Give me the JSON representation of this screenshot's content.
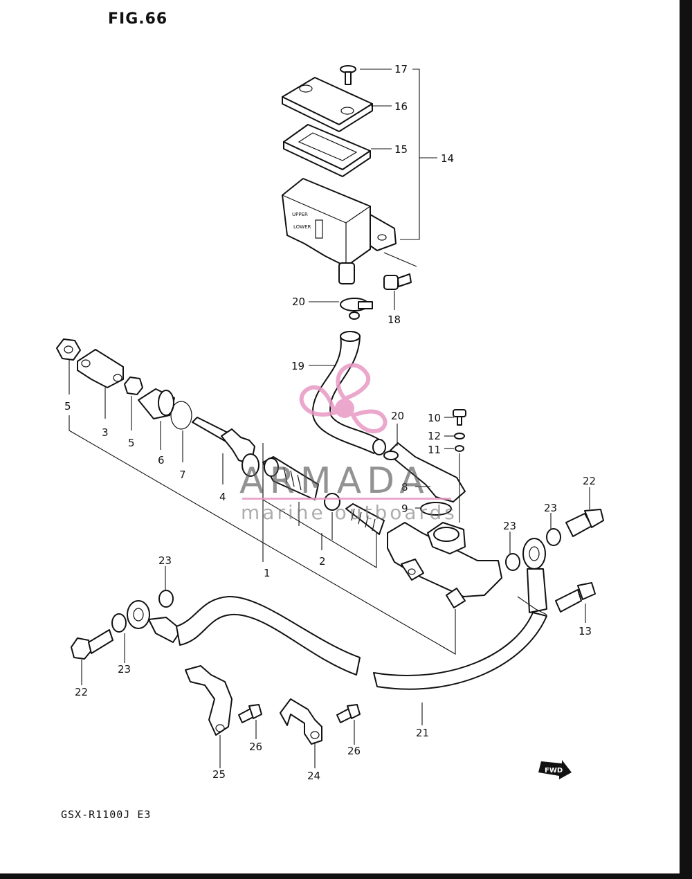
{
  "figure": {
    "title": "FIG.66",
    "model": "GSX-R1100J  E3",
    "fwd_label": "FWD"
  },
  "watermark": {
    "brand": "ARMADA",
    "tagline": "marine outboards",
    "color": "#e89ac4"
  },
  "callouts": [
    "1",
    "2",
    "3",
    "4",
    "5",
    "5",
    "6",
    "7",
    "8",
    "9",
    "10",
    "11",
    "12",
    "13",
    "14",
    "15",
    "16",
    "17",
    "18",
    "19",
    "20",
    "20",
    "21",
    "22",
    "22",
    "23",
    "23",
    "23",
    "23",
    "24",
    "25",
    "26",
    "26"
  ]
}
